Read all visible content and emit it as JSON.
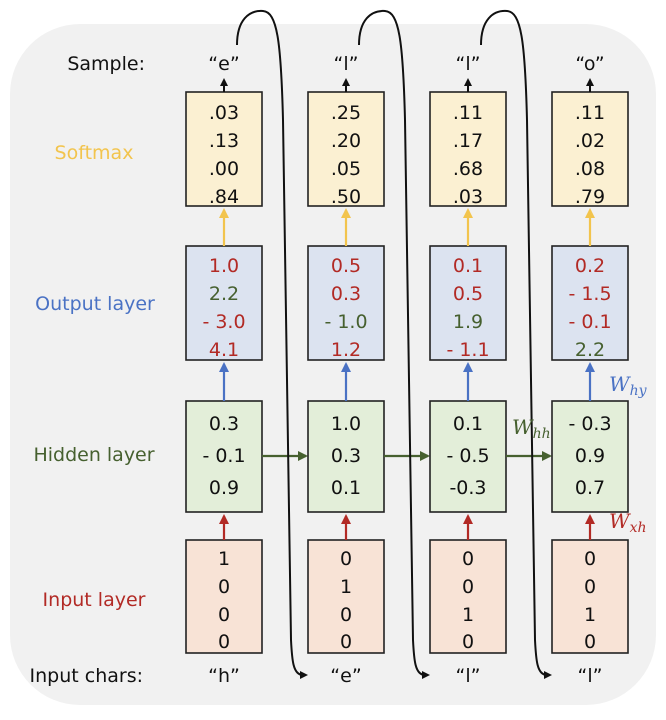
{
  "labels": {
    "sample": "Sample:",
    "softmax": "Softmax",
    "output": "Output layer",
    "hidden": "Hidden layer",
    "input": "Input layer",
    "input_chars": "Input chars:"
  },
  "weights": {
    "why": {
      "base": "W",
      "sub": "hy"
    },
    "whh": {
      "base": "W",
      "sub": "hh"
    },
    "wxh": {
      "base": "W",
      "sub": "xh"
    }
  },
  "colors": {
    "background": "#f1f1f1",
    "softmax_fill": "#fbf0d2",
    "softmax_label": "#f2c44d",
    "output_fill": "#dce3f0",
    "output_label": "#4a72c4",
    "hidden_fill": "#e3eed9",
    "hidden_label": "#46602f",
    "input_fill": "#f8e3d6",
    "input_label": "#b22a25",
    "neg_text": "#b22a25",
    "pos_text": "#46602f",
    "ink": "#111111"
  },
  "steps": [
    {
      "sample": "“e”",
      "softmax": [
        ".03",
        ".13",
        ".00",
        ".84"
      ],
      "output": [
        {
          "v": "1.0",
          "c": "red"
        },
        {
          "v": "2.2",
          "c": "green"
        },
        {
          "v": "- 3.0",
          "c": "red"
        },
        {
          "v": "4.1",
          "c": "red"
        }
      ],
      "hidden": [
        "0.3",
        "- 0.1",
        "0.9"
      ],
      "input": [
        "1",
        "0",
        "0",
        "0"
      ],
      "input_char": "“h”"
    },
    {
      "sample": "“l”",
      "softmax": [
        ".25",
        ".20",
        ".05",
        ".50"
      ],
      "output": [
        {
          "v": "0.5",
          "c": "red"
        },
        {
          "v": "0.3",
          "c": "red"
        },
        {
          "v": "- 1.0",
          "c": "green"
        },
        {
          "v": "1.2",
          "c": "red"
        }
      ],
      "hidden": [
        "1.0",
        "0.3",
        "0.1"
      ],
      "input": [
        "0",
        "1",
        "0",
        "0"
      ],
      "input_char": "“e”"
    },
    {
      "sample": "“l”",
      "softmax": [
        ".11",
        ".17",
        ".68",
        ".03"
      ],
      "output": [
        {
          "v": "0.1",
          "c": "red"
        },
        {
          "v": "0.5",
          "c": "red"
        },
        {
          "v": "1.9",
          "c": "green"
        },
        {
          "v": "- 1.1",
          "c": "red"
        }
      ],
      "hidden": [
        "0.1",
        "- 0.5",
        "-0.3"
      ],
      "input": [
        "0",
        "0",
        "1",
        "0"
      ],
      "input_char": "“l”"
    },
    {
      "sample": "“o”",
      "softmax": [
        ".11",
        ".02",
        ".08",
        ".79"
      ],
      "output": [
        {
          "v": "0.2",
          "c": "red"
        },
        {
          "v": "- 1.5",
          "c": "red"
        },
        {
          "v": "- 0.1",
          "c": "red"
        },
        {
          "v": "2.2",
          "c": "green"
        }
      ],
      "hidden": [
        "- 0.3",
        "0.9",
        "0.7"
      ],
      "input": [
        "0",
        "0",
        "1",
        "0"
      ],
      "input_char": "“l”"
    }
  ]
}
